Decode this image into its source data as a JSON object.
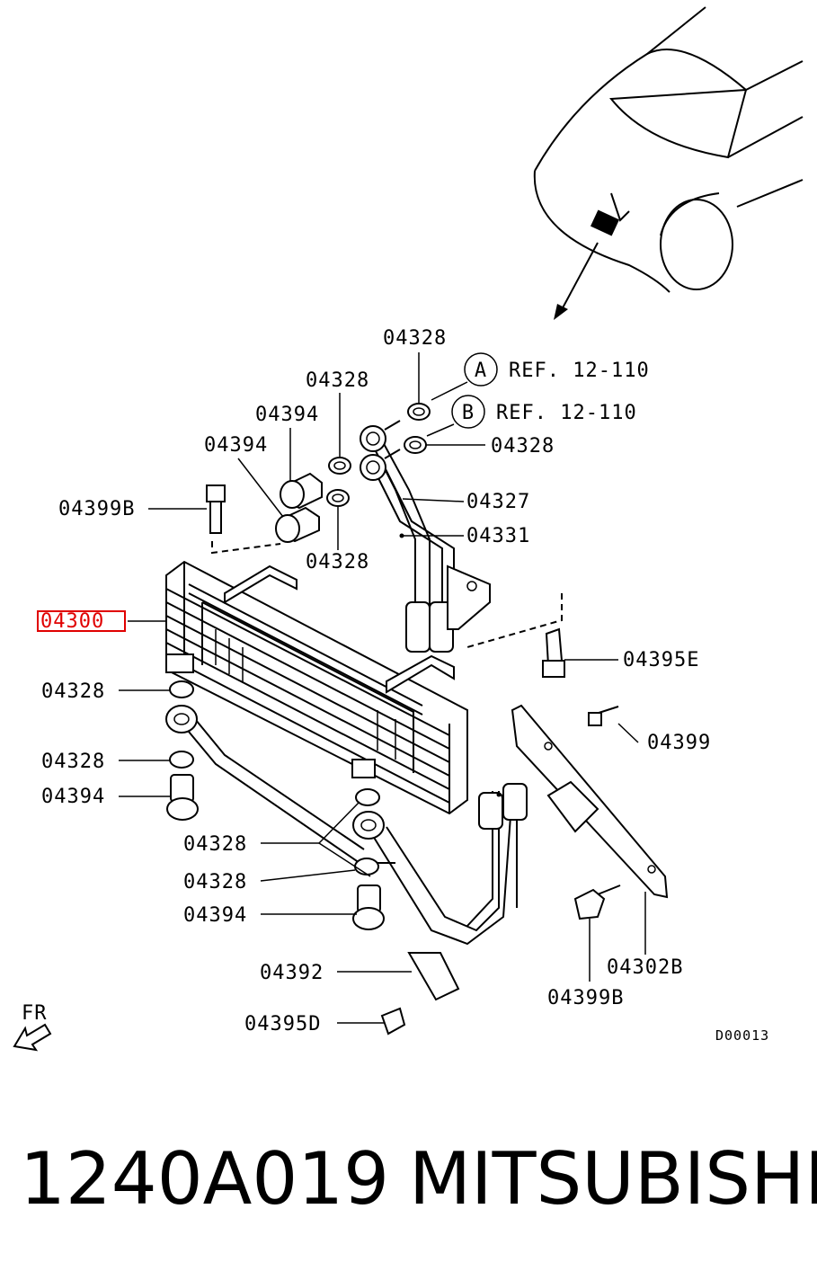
{
  "callouts": {
    "c04328_top": "04328",
    "c04328_mid": "04328",
    "c04394_a": "04394",
    "c04394_b": "04394",
    "c04328_b": "04328",
    "c04327": "04327",
    "c04331": "04331",
    "c04399B_top": "04399B",
    "c04328_c": "04328",
    "c04300": "04300",
    "c04395E": "04395E",
    "c04328_left1": "04328",
    "c04399": "04399",
    "c04328_left2": "04328",
    "c04394_left": "04394",
    "c04328_low1": "04328",
    "c04328_low2": "04328",
    "c04394_low": "04394",
    "c04302B": "04302B",
    "c04392": "04392",
    "c04399B_low": "04399B",
    "c04395D": "04395D"
  },
  "refs": {
    "a_letter": "A",
    "a_text": "REF. 12-110",
    "b_letter": "B",
    "b_text": "REF. 12-110"
  },
  "front_marker": "FR",
  "diagram_code": "D00013",
  "highlight_color": "#e00000",
  "caption": {
    "part_number": "1240A019",
    "brand": "MITSUBISHI"
  }
}
